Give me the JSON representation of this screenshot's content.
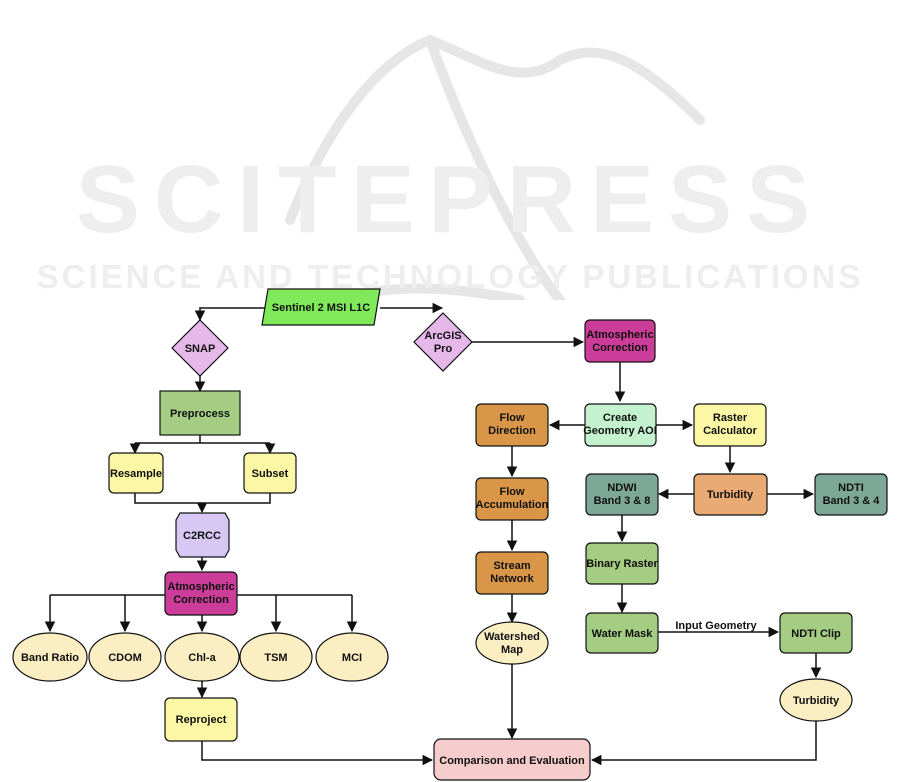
{
  "watermark": {
    "title": "SCITEPRESS",
    "subtitle": "SCIENCE AND TECHNOLOGY PUBLICATIONS"
  },
  "colors": {
    "green_bright": "#7fe95a",
    "pink": "#cc3d99",
    "lavender": "#d6c8f2",
    "olive_green": "#a4cc82",
    "yellow": "#fcf7a4",
    "cream": "#fbeec2",
    "orange": "#d99649",
    "mint": "#c4f2cf",
    "teal": "#7da898",
    "tan": "#e9aa74",
    "rose": "#f6cccc"
  },
  "nodes": {
    "sentinel": "Sentinel 2 MSI L1C",
    "snap": "SNAP",
    "arcgis": [
      "ArcGIS",
      "Pro"
    ],
    "preprocess": "Preprocess",
    "resample": "Resample",
    "subset": "Subset",
    "c2rcc": "C2RCC",
    "atm_left": [
      "Atmospheric",
      "Correction"
    ],
    "band_ratio": "Band Ratio",
    "cdom": "CDOM",
    "chla": "Chl-a",
    "tsm": "TSM",
    "mci": "MCI",
    "reproject": "Reproject",
    "atm_right": [
      "Atmospheric",
      "Correction"
    ],
    "flow_dir": [
      "Flow",
      "Direction"
    ],
    "create_geom": [
      "Create",
      "Geometry AOI"
    ],
    "raster_calc": [
      "Raster",
      "Calculator"
    ],
    "flow_acc": [
      "Flow",
      "Accumulation"
    ],
    "ndwi": [
      "NDWI",
      "Band 3 & 8"
    ],
    "turbidity_box": "Turbidity",
    "ndti": [
      "NDTI",
      "Band 3 & 4"
    ],
    "stream": [
      "Stream",
      "Network"
    ],
    "binary": "Binary Raster",
    "watershed": [
      "Watershed",
      "Map"
    ],
    "water_mask": "Water Mask",
    "ndti_clip": "NDTI Clip",
    "turbidity_oval": "Turbidity",
    "comparison": "Comparison and Evaluation"
  },
  "edges": {
    "input_geometry": "Input Geometry"
  }
}
